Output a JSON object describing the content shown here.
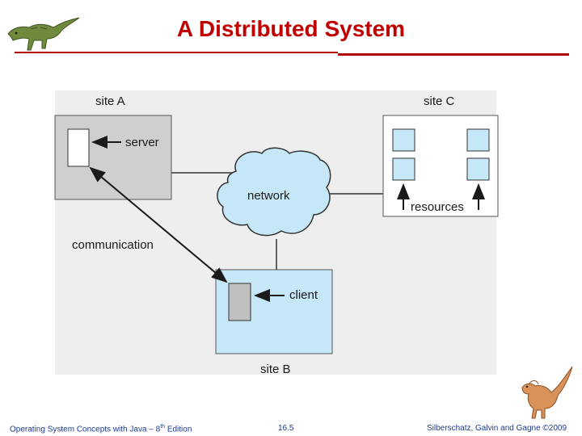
{
  "slide": {
    "title": "A Distributed System",
    "footer_left_prefix": "Operating System Concepts with Java – 8",
    "footer_left_sup": "th",
    "footer_left_suffix": " Edition",
    "footer_center": "16.5",
    "footer_right": "Silberschatz, Galvin and Gagne ©2009"
  },
  "diagram": {
    "site_a_label": "site A",
    "site_b_label": "site B",
    "site_c_label": "site C",
    "server_label": "server",
    "client_label": "client",
    "network_label": "network",
    "communication_label": "communication",
    "resources_label": "resources"
  },
  "colors": {
    "title": "#c00000",
    "site_a_fill": "#cfcfcf",
    "site_b_fill": "#c5e7f8",
    "network_fill": "#c5e7f8",
    "resource_fill": "#c5e7f8",
    "backdrop": "#eeeeee"
  },
  "icons": {
    "top_left": "dinosaur-logo-icon",
    "bottom_right": "dinosaur-mascot-icon"
  }
}
